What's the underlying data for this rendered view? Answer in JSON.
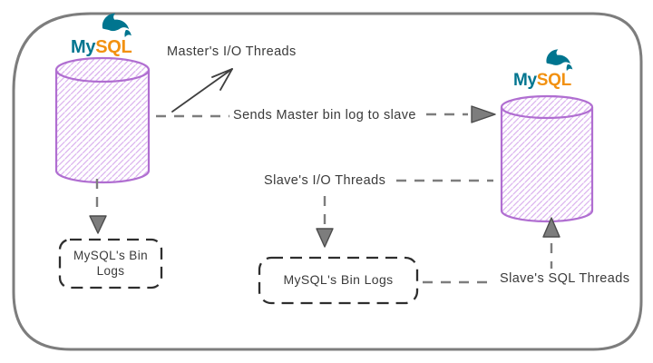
{
  "logos": {
    "master": {
      "my": "My",
      "sql": "SQL"
    },
    "slave": {
      "my": "My",
      "sql": "SQL"
    }
  },
  "labels": {
    "masters_io_threads": "Master's I/O Threads",
    "sends_master_bin_log": "Sends Master bin log to slave",
    "slaves_io_threads": "Slave's I/O Threads",
    "slaves_sql_threads": "Slave's SQL Threads",
    "master_bin_logs": {
      "line1": "MySQL's Bin",
      "line2": "Logs"
    },
    "slave_bin_logs": "MySQL's Bin Logs"
  },
  "colors": {
    "canvas_bg": "#ffffff",
    "outer_border": "#7d7d7d",
    "cylinder_stroke": "#b06ed1",
    "cylinder_hatch": "#dcb5ef",
    "logo_teal": "#00758f",
    "logo_orange": "#f29111",
    "connector_dash": "#7d7d7d",
    "box_dash": "#2e2e2e",
    "arrowhead_fill": "#7d7d7d",
    "solid_arrow": "#3f3f3f",
    "text": "#3a3a3a"
  }
}
